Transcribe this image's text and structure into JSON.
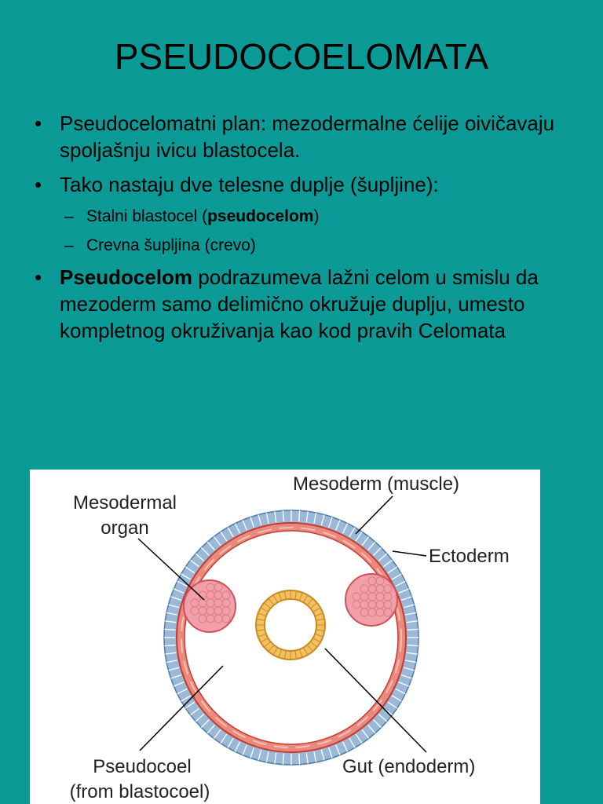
{
  "slide": {
    "title": "PSEUDOCOELOMATA"
  },
  "bullets": {
    "marker": "•",
    "dash": "–",
    "b1_text": "Pseudocelomatni plan: mezodermalne ćelije oivičavaju spoljašnju ivicu blastocela.",
    "b2_text": "Tako nastaju dve telesne duplje (šupljine):",
    "s1_pre": "Stalni blastocel (",
    "s1_bold": "pseudocelom",
    "s1_post": ")",
    "s2_text": "Crevna šupljina (crevo)",
    "b3_bold": "Pseudocelom",
    "b3_rest": " podrazumeva lažni celom u smislu da mezoderm samo delimično okružuje duplju, umesto kompletnog okruživanja kao kod pravih Celomata"
  },
  "figure": {
    "labels": {
      "mesoderm_muscle": "Mesoderm (muscle)",
      "mesodermal_organ_1": "Mesodermal",
      "mesodermal_organ_2": "organ",
      "ectoderm": "Ectoderm",
      "pseudocoel_1": "Pseudocoel",
      "pseudocoel_2": "(from blastocoel)",
      "gut": "Gut (endoderm)"
    },
    "colors": {
      "ectoderm": "#9ab8d8",
      "mesoderm": "#e05a4e",
      "organ": "#f0a0a8",
      "gut": "#f2c060"
    }
  }
}
